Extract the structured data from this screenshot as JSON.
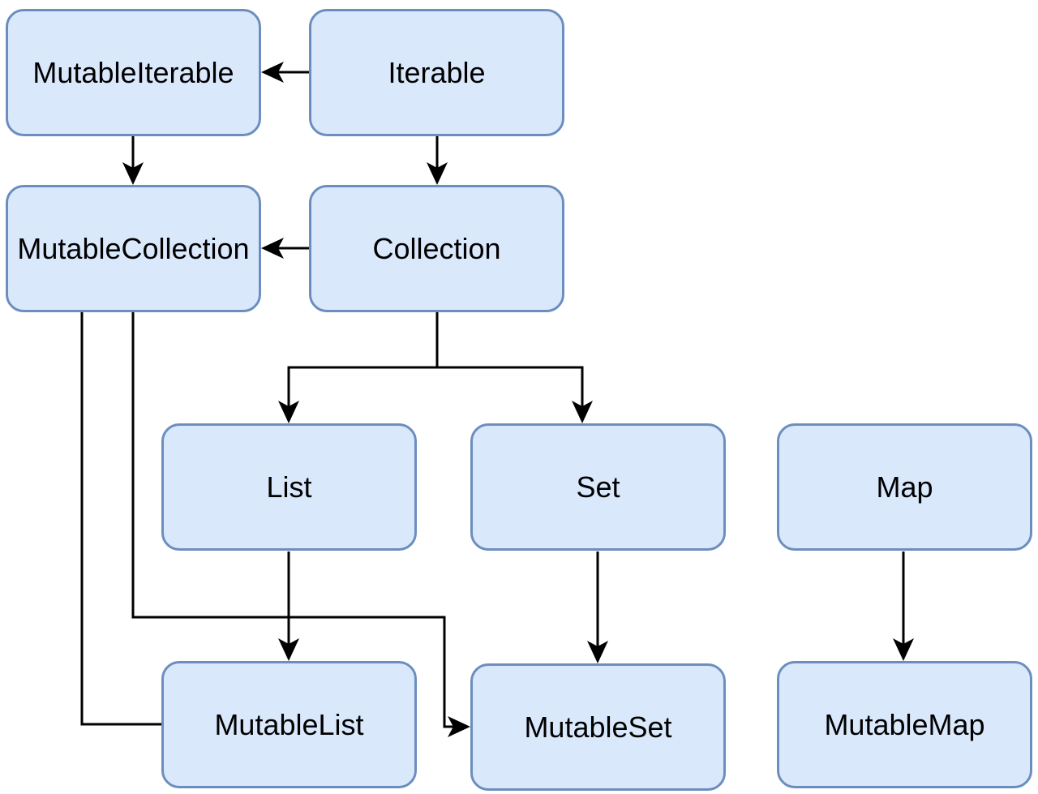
{
  "nodes": {
    "mutable_iterable": "MutableIterable",
    "iterable": "Iterable",
    "mutable_collection": "MutableCollection",
    "collection": "Collection",
    "list": "List",
    "set": "Set",
    "map": "Map",
    "mutable_list": "MutableList",
    "mutable_set": "MutableSet",
    "mutable_map": "MutableMap"
  },
  "edges": [
    {
      "from": "iterable",
      "to": "mutable_iterable"
    },
    {
      "from": "mutable_iterable",
      "to": "mutable_collection"
    },
    {
      "from": "iterable",
      "to": "collection"
    },
    {
      "from": "collection",
      "to": "mutable_collection"
    },
    {
      "from": "collection",
      "to": "list"
    },
    {
      "from": "collection",
      "to": "set"
    },
    {
      "from": "mutable_collection",
      "to": "mutable_list"
    },
    {
      "from": "mutable_collection",
      "to": "mutable_set"
    },
    {
      "from": "list",
      "to": "mutable_list"
    },
    {
      "from": "set",
      "to": "mutable_set"
    },
    {
      "from": "map",
      "to": "mutable_map"
    }
  ],
  "colors": {
    "node_fill": "#dae8fc",
    "node_border": "#6c8ebf",
    "edge": "#000000",
    "text": "#000000"
  }
}
